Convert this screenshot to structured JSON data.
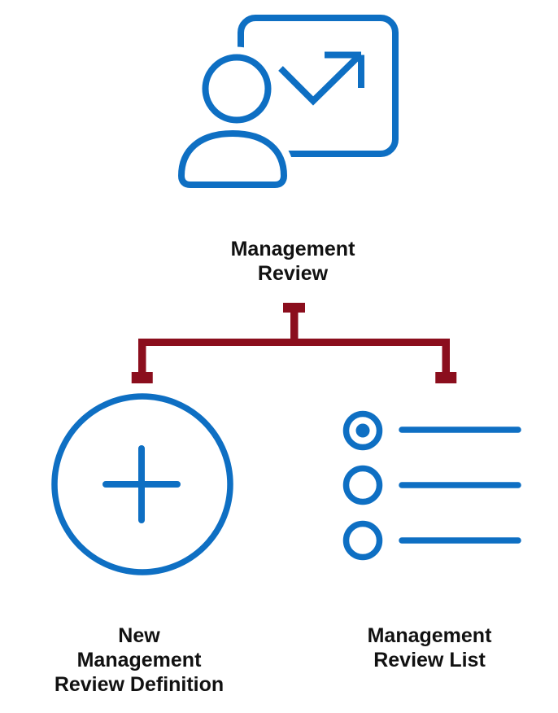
{
  "page": {
    "background": "#ffffff"
  },
  "colors": {
    "icon_blue": "#0e6fc3",
    "connector_red": "#8b0e1d",
    "label_text": "#111111"
  },
  "tree": {
    "root": {
      "label": "Management Review",
      "label_lines": [
        "Management",
        "Review"
      ],
      "icon": "presenter-board-trend-icon"
    },
    "children": [
      {
        "label": "New Management Review Definition",
        "label_lines": [
          "New",
          "Management",
          "Review Definition"
        ],
        "icon": "add-circle-icon"
      },
      {
        "label": "Management Review List",
        "label_lines": [
          "Management",
          "Review List"
        ],
        "icon": "radio-list-icon"
      }
    ]
  }
}
